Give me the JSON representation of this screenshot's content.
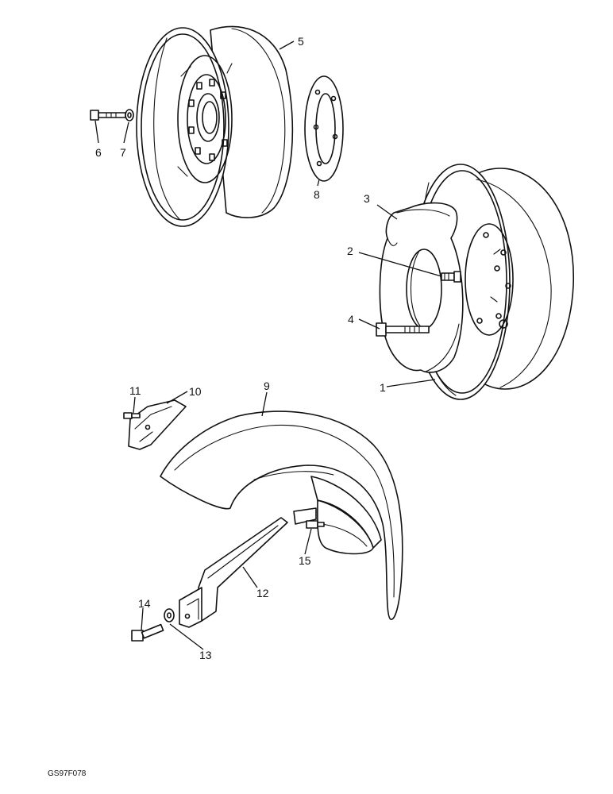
{
  "figure_code": "GS97F078",
  "callouts": {
    "c1": "1",
    "c2": "2",
    "c3": "3",
    "c4": "4",
    "c5": "5",
    "c6": "6",
    "c7": "7",
    "c8": "8",
    "c9": "9",
    "c10": "10",
    "c11": "11",
    "c12": "12",
    "c13": "13",
    "c14": "14",
    "c15": "15"
  }
}
